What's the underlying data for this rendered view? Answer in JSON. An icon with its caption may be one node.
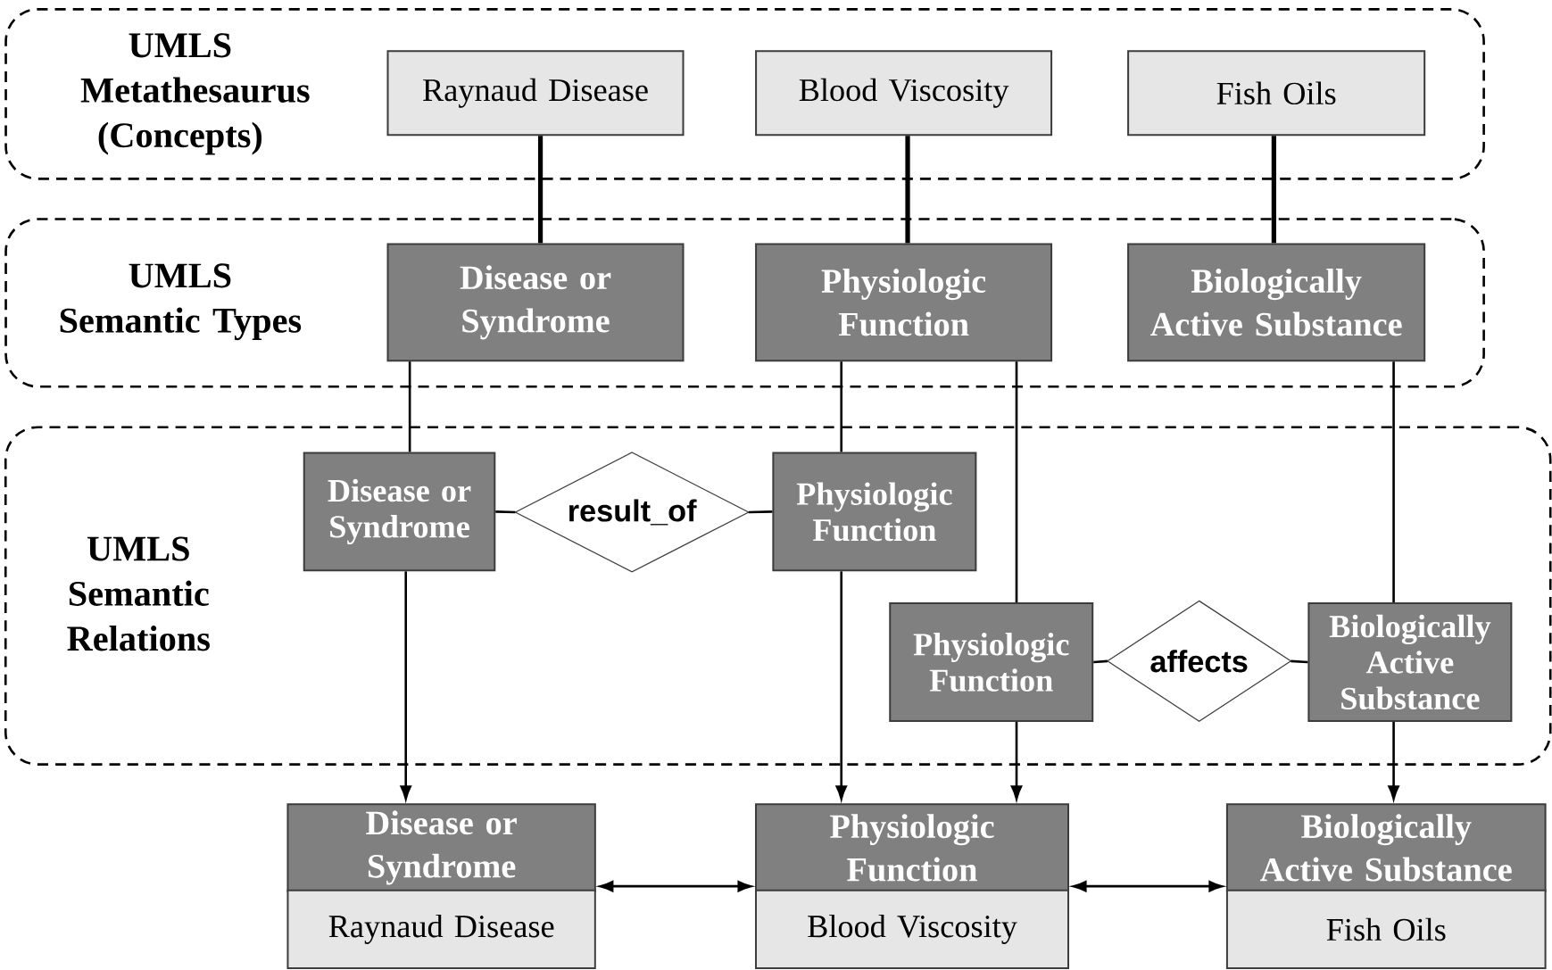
{
  "diagram": {
    "nodes": [
      {
        "text": [
          "UMLS Metathesaurus (Concepts)"
        ]
      },
      {
        "text": [
          "UMLS Semantic Types"
        ]
      },
      {
        "text": [
          "UMLS Semantic Relations"
        ]
      },
      {
        "text": [
          "Raynaud Disease"
        ],
        "in": 0
      },
      {
        "text": [
          "Blood Viscosity"
        ],
        "in": 0
      },
      {
        "text": [
          "Fish Oils"
        ],
        "in": 0
      },
      {
        "text": [
          "Disease or Syndrome"
        ],
        "in": 1
      },
      {
        "text": [
          "Physiologic Function"
        ],
        "in": 1
      },
      {
        "text": [
          "Biologically Active Substance"
        ],
        "in": 1
      },
      {
        "text": [
          "Disease or Syndrome"
        ],
        "in": 2
      },
      {
        "text": [
          "result_of"
        ],
        "in": 2
      },
      {
        "text": [
          "Physiologic Function"
        ],
        "in": 2
      },
      {
        "text": [
          "Physiologic Function"
        ],
        "in": 2
      },
      {
        "text": [
          "affects"
        ],
        "in": 2
      },
      {
        "text": [
          "Biologically Active Substance"
        ],
        "in": 2
      },
      {
        "text": [
          "Disease or Syndrome",
          "Raynaud Disease"
        ]
      },
      {
        "text": [
          "Physiologic Function",
          "Blood Viscosity"
        ]
      },
      {
        "text": [
          "Biologically Active Substance",
          "Fish Oils"
        ]
      }
    ],
    "edges": [
      {
        "from": 3,
        "to": 6,
        "arrow": "none",
        "style": "thick"
      },
      {
        "from": 4,
        "to": 7,
        "arrow": "none",
        "style": "thick"
      },
      {
        "from": 5,
        "to": 8,
        "arrow": "none",
        "style": "thick"
      },
      {
        "from": 6,
        "to": 9,
        "arrow": "none"
      },
      {
        "from": 7,
        "to": 11,
        "arrow": "none"
      },
      {
        "from": 7,
        "to": 12,
        "arrow": "none"
      },
      {
        "from": 8,
        "to": 14,
        "arrow": "none"
      },
      {
        "from": 9,
        "to": 10,
        "arrow": "none"
      },
      {
        "from": 10,
        "to": 11,
        "arrow": "none"
      },
      {
        "from": 12,
        "to": 13,
        "arrow": "none"
      },
      {
        "from": 13,
        "to": 14,
        "arrow": "none"
      },
      {
        "from": 9,
        "to": 15,
        "arrow": "to"
      },
      {
        "from": 11,
        "to": 16,
        "arrow": "to"
      },
      {
        "from": 12,
        "to": 16,
        "arrow": "to"
      },
      {
        "from": 14,
        "to": 17,
        "arrow": "to"
      },
      {
        "from": 15,
        "to": 16,
        "arrow": "both"
      },
      {
        "from": 16,
        "to": 17,
        "arrow": "both"
      }
    ]
  }
}
